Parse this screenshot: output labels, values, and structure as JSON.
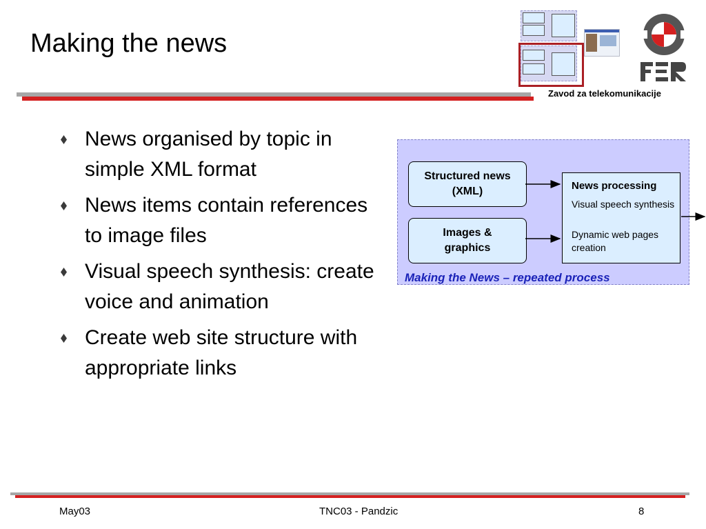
{
  "slide": {
    "title": "Making the news",
    "department": "Zavod za telekomunikacije"
  },
  "bullets": [
    "News organised by topic in simple XML format",
    "News items contain references to image files",
    "Visual speech synthesis: create voice and animation",
    "Create web site structure with appropriate links"
  ],
  "diagram": {
    "box_structured": "Structured news (XML)",
    "box_images": "Images & graphics",
    "processing_title": "News processing",
    "processing_items": [
      "Visual speech synthesis",
      "Dynamic web pages creation"
    ],
    "caption": "Making the News – repeated process"
  },
  "footer": {
    "date": "May03",
    "center": "TNC03 - Pandzic",
    "page": "8"
  },
  "colors": {
    "accent_red": "#d42020",
    "rule_gray": "#a6a6a6",
    "diagram_bg": "#ccccff",
    "box_fill": "#dbeeff",
    "caption_blue": "#1a22b8"
  },
  "logo": {
    "name": "fer-logo",
    "text": "FER"
  }
}
